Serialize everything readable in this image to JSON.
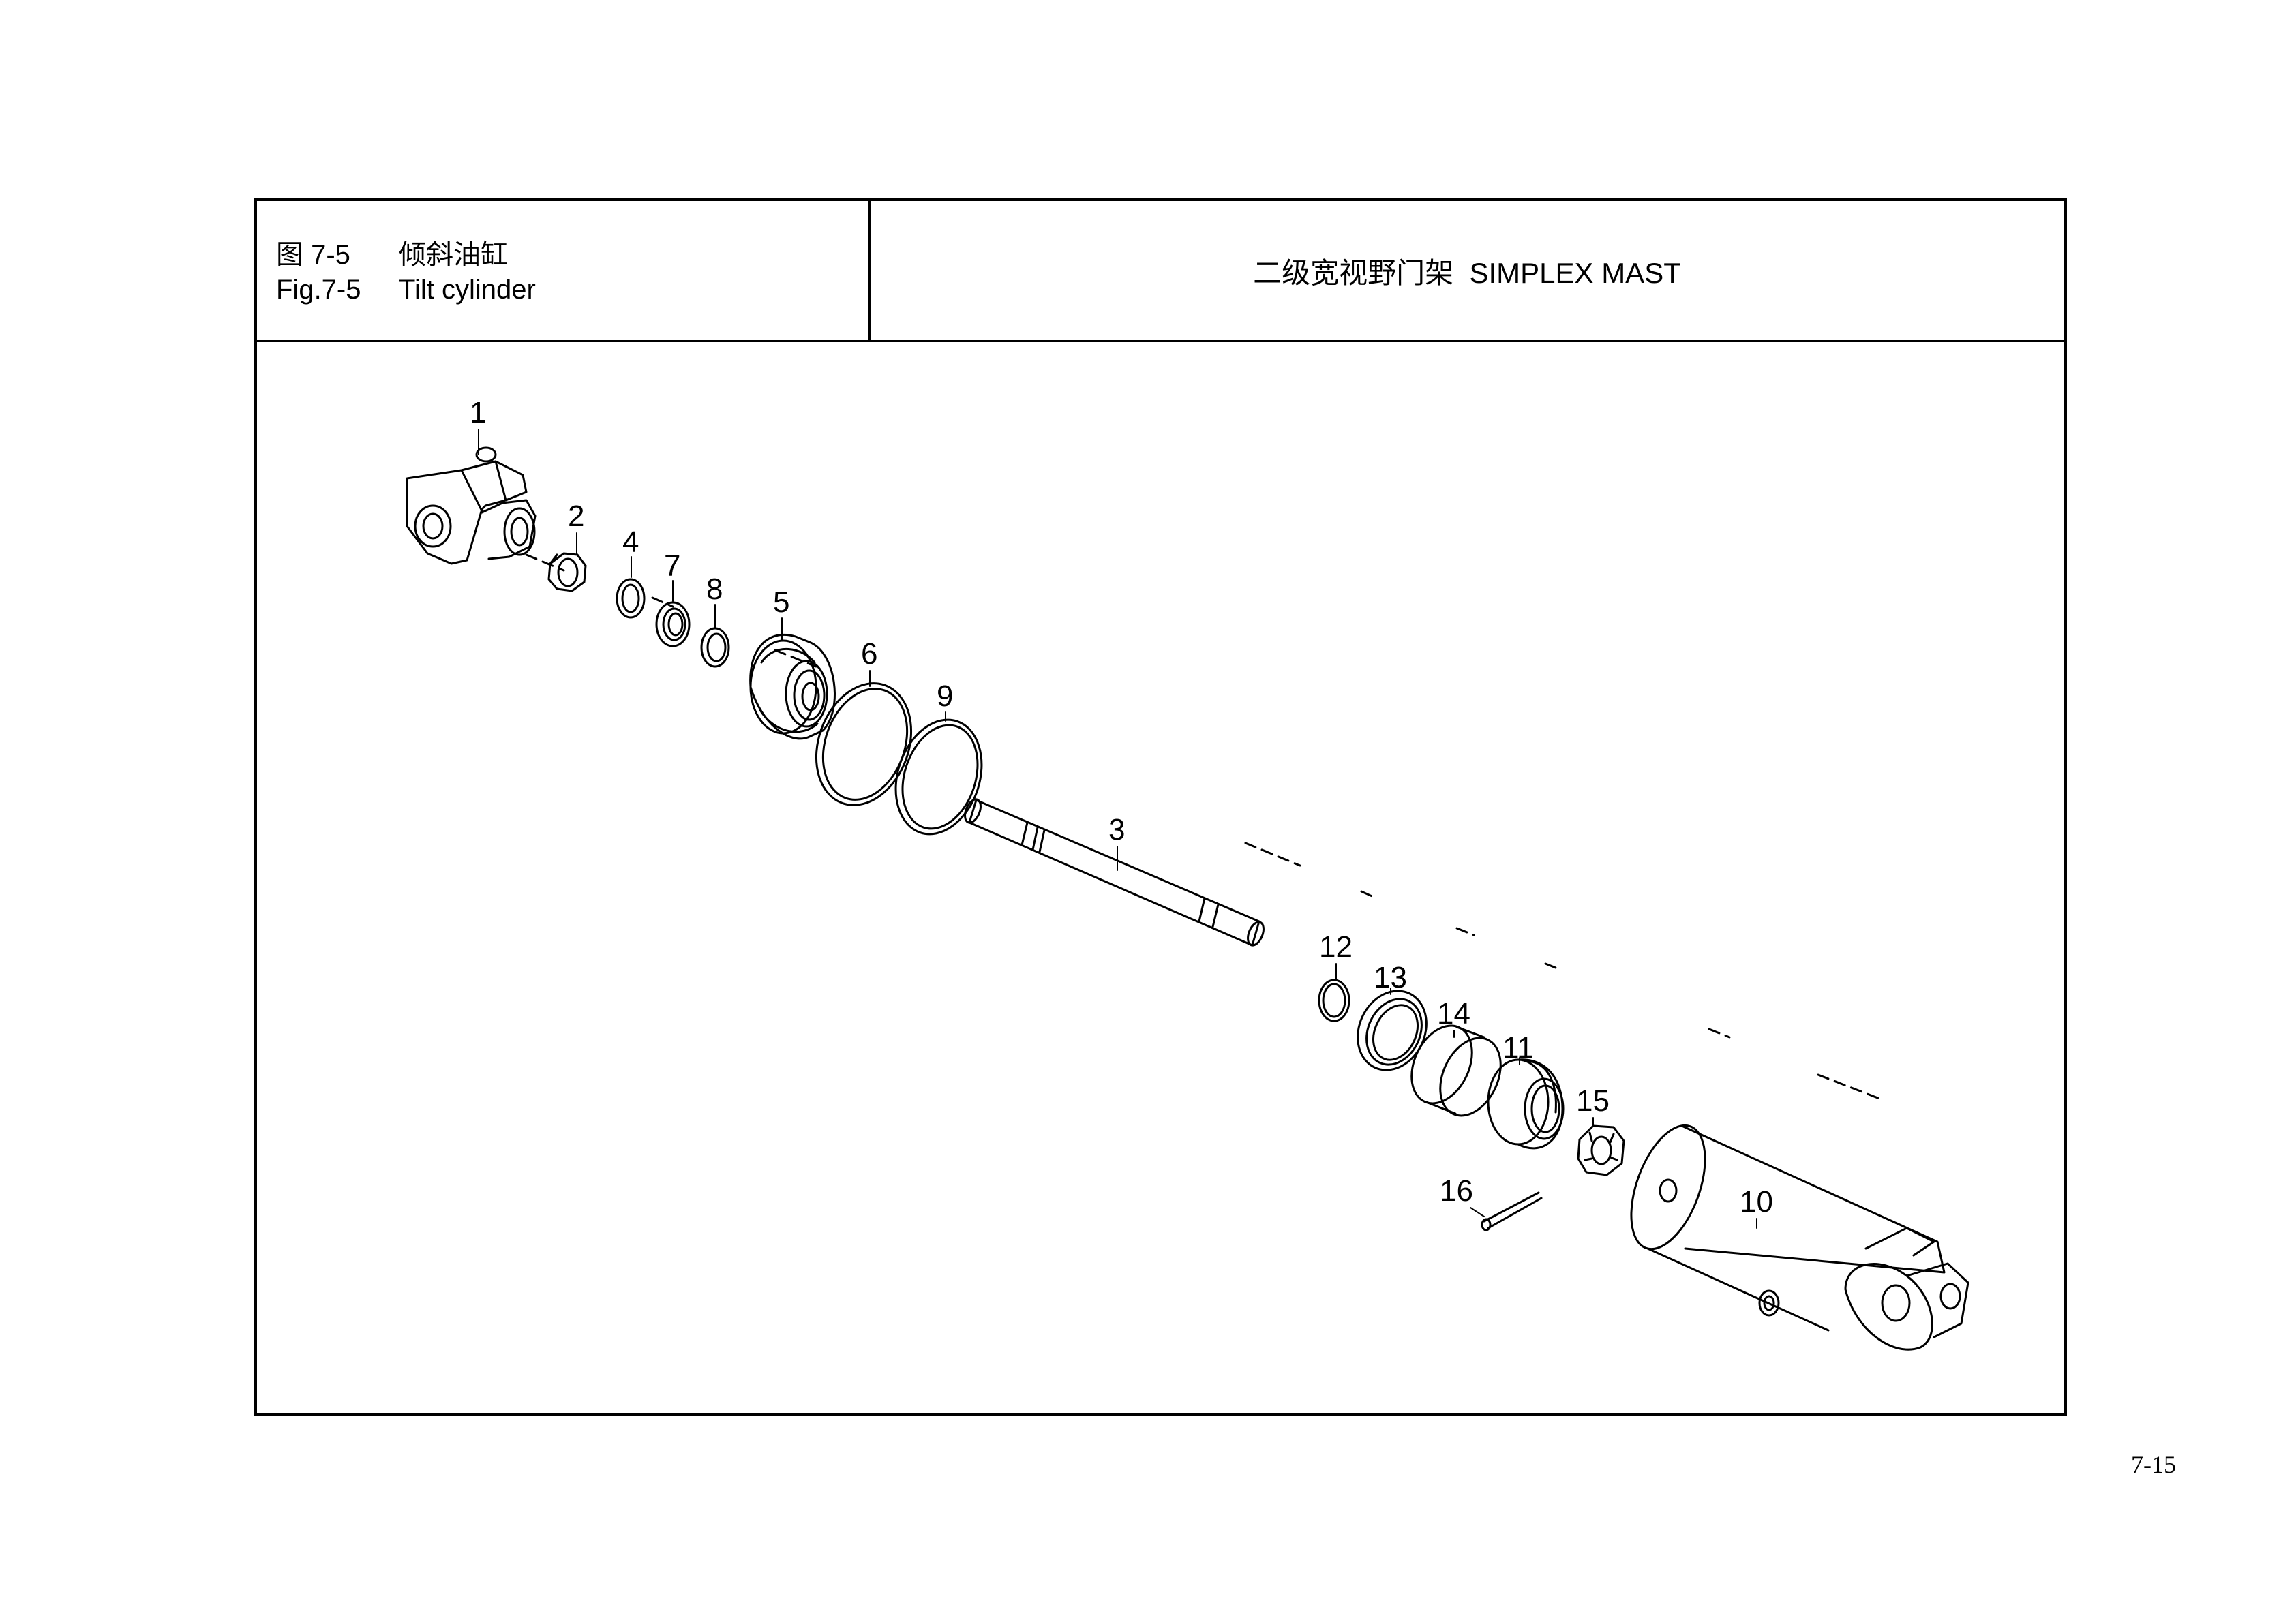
{
  "header": {
    "fig_cn_num": "图 7-5",
    "fig_cn_title": "倾斜油缸",
    "fig_en_num": "Fig.7-5",
    "fig_en_title": "Tilt cylinder",
    "mast_title": "二级宽视野门架  SIMPLEX MAST"
  },
  "parts": [
    {
      "id": "1",
      "label": "1"
    },
    {
      "id": "2",
      "label": "2"
    },
    {
      "id": "4",
      "label": "4"
    },
    {
      "id": "7",
      "label": "7"
    },
    {
      "id": "8",
      "label": "8"
    },
    {
      "id": "5",
      "label": "5"
    },
    {
      "id": "6",
      "label": "6"
    },
    {
      "id": "9",
      "label": "9"
    },
    {
      "id": "3",
      "label": "3"
    },
    {
      "id": "12",
      "label": "12"
    },
    {
      "id": "13",
      "label": "13"
    },
    {
      "id": "14",
      "label": "14"
    },
    {
      "id": "11",
      "label": "11"
    },
    {
      "id": "15",
      "label": "15"
    },
    {
      "id": "16",
      "label": "16"
    },
    {
      "id": "10",
      "label": "10"
    }
  ],
  "page_number": "7-15"
}
